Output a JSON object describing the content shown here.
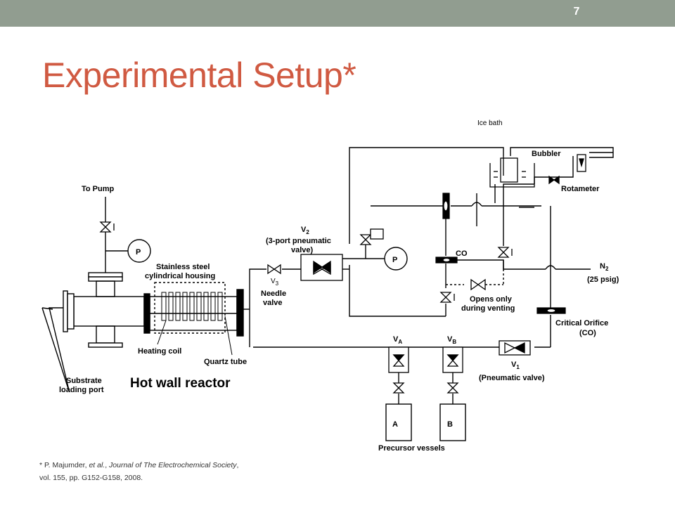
{
  "slide": {
    "number": "7",
    "title": "Experimental Setup*"
  },
  "labels": {
    "ice_bath": "Ice bath",
    "bubbler": "Bubbler",
    "rotameter": "Rotameter",
    "to_pump": "To Pump",
    "pressure_gauge": "P",
    "v2_name": "V",
    "v2_sub": "2",
    "v2_desc_1": "(3-port pneumatic",
    "v2_desc_2": "valve)",
    "co": "CO",
    "n2_name": "N",
    "n2_sub": "2",
    "n2_pressure": "(25 psig)",
    "housing_1": "Stainless steel",
    "housing_2": "cylindrical housing",
    "v3_name": "V",
    "v3_sub": "3",
    "needle_1": "Needle",
    "needle_2": "valve",
    "opens_1": "Opens only",
    "opens_2": "during venting",
    "critical_1": "Critical Orifice",
    "critical_2": "(CO)",
    "heating_coil": "Heating coil",
    "quartz_tube": "Quartz tube",
    "va_name": "V",
    "va_sub": "A",
    "vb_name": "V",
    "vb_sub": "B",
    "v1_name": "V",
    "v1_sub": "1",
    "pneumatic_valve": "(Pneumatic valve)",
    "substrate_1": "Substrate",
    "substrate_2": "loading port",
    "hot_wall": "Hot wall reactor",
    "vessel_a": "A",
    "vessel_b": "B",
    "precursor": "Precursor vessels"
  },
  "footnote": {
    "prefix": "* P. Majumder, ",
    "authors_em": "et al.",
    "mid": ", ",
    "journal_em": "Journal of The Electrochemical Society",
    "suffix": ", vol. 155, pp. G152-G158, 2008."
  },
  "colors": {
    "title": "#d05a42",
    "topbar": "#919d90"
  },
  "icons": [
    "valve-icon",
    "pressure-gauge-icon",
    "check-valve-icon",
    "critical-orifice-icon"
  ]
}
